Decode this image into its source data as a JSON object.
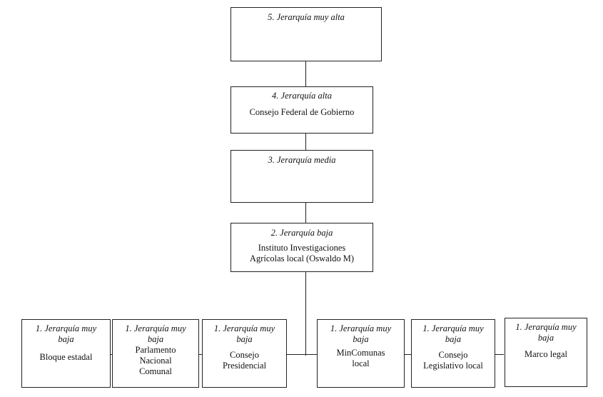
{
  "levels": {
    "l5": {
      "label": "5. Jerarquía muy alta"
    },
    "l4": {
      "label": "4. Jerarquía alta",
      "name": "Consejo Federal de Gobierno"
    },
    "l3": {
      "label": "3. Jerarquía media"
    },
    "l2": {
      "label": "2. Jerarquía baja",
      "name_line1": "Instituto Investigaciones",
      "name_line2": "Agrícolas local (Oswaldo M)"
    }
  },
  "bottom": [
    {
      "label_line1": "1. Jerarquía muy",
      "label_line2": "baja",
      "name_lines": [
        "Bloque estadal"
      ]
    },
    {
      "label_line1": "1. Jerarquía muy",
      "label_line2": "baja",
      "name_lines": [
        "Parlamento",
        "Nacional",
        "Comunal"
      ]
    },
    {
      "label_line1": "1. Jerarquía muy",
      "label_line2": "baja",
      "name_lines": [
        "Consejo",
        "Presidencial"
      ]
    },
    {
      "label_line1": "1. Jerarquía muy",
      "label_line2": "baja",
      "name_lines": [
        "MinComunas",
        "local"
      ]
    },
    {
      "label_line1": "1. Jerarquía muy",
      "label_line2": "baja",
      "name_lines": [
        "Consejo",
        "Legislativo local"
      ]
    },
    {
      "label_line1": "1. Jerarquía muy",
      "label_line2": "baja",
      "name_lines": [
        "Marco legal"
      ]
    }
  ]
}
